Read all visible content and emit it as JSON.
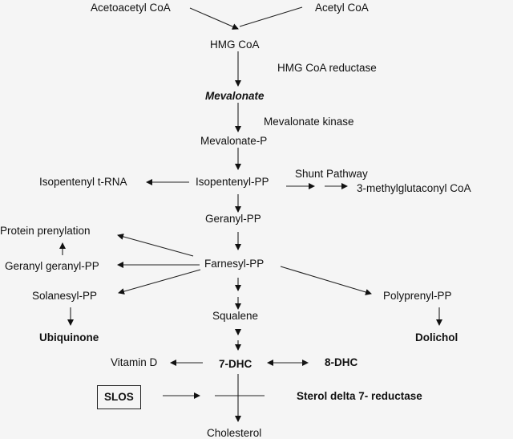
{
  "nodes": {
    "acetoacetyl_coa": "Acetoacetyl CoA",
    "acetyl_coa": "Acetyl CoA",
    "hmg_coa": "HMG CoA",
    "hmg_coa_reductase": "HMG CoA reductase",
    "mevalonate": "Mevalonate",
    "mevalonate_kinase": "Mevalonate kinase",
    "mevalonate_p": "Mevalonate-P",
    "isopentenyl_trna": "Isopentenyl t-RNA",
    "isopentenyl_pp": "Isopentenyl-PP",
    "shunt_pathway": "Shunt Pathway",
    "methylglutaconyl_coa": "3-methylglutaconyl CoA",
    "geranyl_pp": "Geranyl-PP",
    "protein_prenylation": "Protein prenylation",
    "geranyl_geranyl_pp": "Geranyl geranyl-PP",
    "farnesyl_pp": "Farnesyl-PP",
    "solanesyl_pp": "Solanesyl-PP",
    "polyprenyl_pp": "Polyprenyl-PP",
    "squalene": "Squalene",
    "ubiquinone": "Ubiquinone",
    "dolichol": "Dolichol",
    "vitamin_d": "Vitamin D",
    "dhc7": "7-DHC",
    "dhc8": "8-DHC",
    "slos": "SLOS",
    "sterol_reductase": "Sterol delta 7- reductase",
    "cholesterol": "Cholesterol"
  }
}
